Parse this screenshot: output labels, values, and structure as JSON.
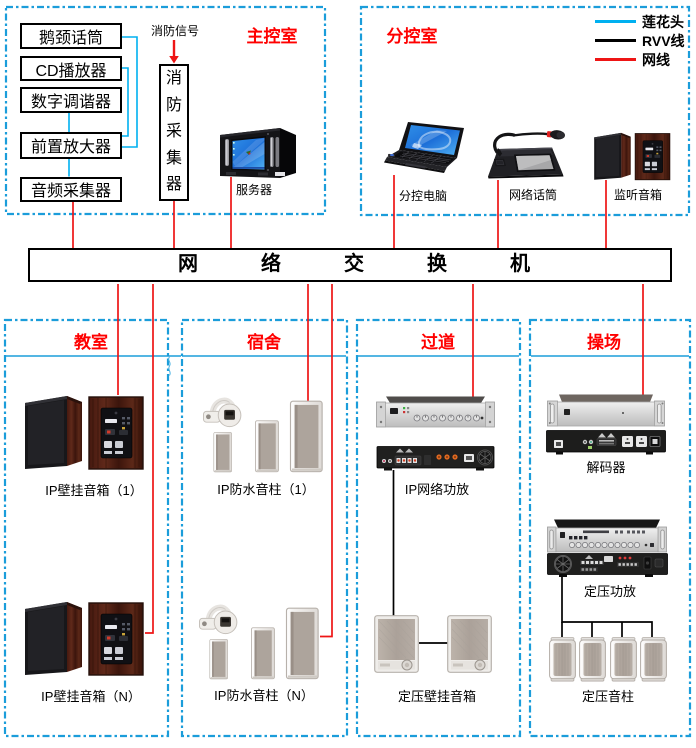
{
  "colors": {
    "region_border_blue": "#1b9dda",
    "rule_blue": "#1b9dda",
    "rca_cyan": "#00b0f0",
    "network_red": "#ee1515",
    "rvv_black": "#000000",
    "title_red": "#ff0000"
  },
  "legend": {
    "items": [
      {
        "label": "莲花头",
        "color": "#00b0f0"
      },
      {
        "label": "RVV线",
        "color": "#000000"
      },
      {
        "label": "网线",
        "color": "#ee1515"
      }
    ]
  },
  "switch": {
    "label": "网络交换机"
  },
  "rooms": {
    "main_control": {
      "title": "主控室",
      "sources": [
        "鹅颈话筒",
        "CD播放器",
        "数字调谐器",
        "前置放大器",
        "音频采集器"
      ],
      "fire_signal": "消防信号",
      "fire_collector": "消防采集器",
      "server": "服务器"
    },
    "sub_control": {
      "title": "分控室",
      "devices": [
        "分控电脑",
        "网络话筒",
        "监听音箱"
      ]
    },
    "classroom": {
      "title": "教室",
      "items": [
        "IP壁挂音箱（1）",
        "IP壁挂音箱（N）"
      ]
    },
    "dorm": {
      "title": "宿舍",
      "items": [
        "IP防水音柱（1）",
        "IP防水音柱（N）"
      ]
    },
    "corridor": {
      "title": "过道",
      "items": [
        "IP网络功放",
        "定压壁挂音箱"
      ]
    },
    "playground": {
      "title": "操场",
      "items": [
        "解码器",
        "定压功放",
        "定压音柱"
      ]
    }
  }
}
